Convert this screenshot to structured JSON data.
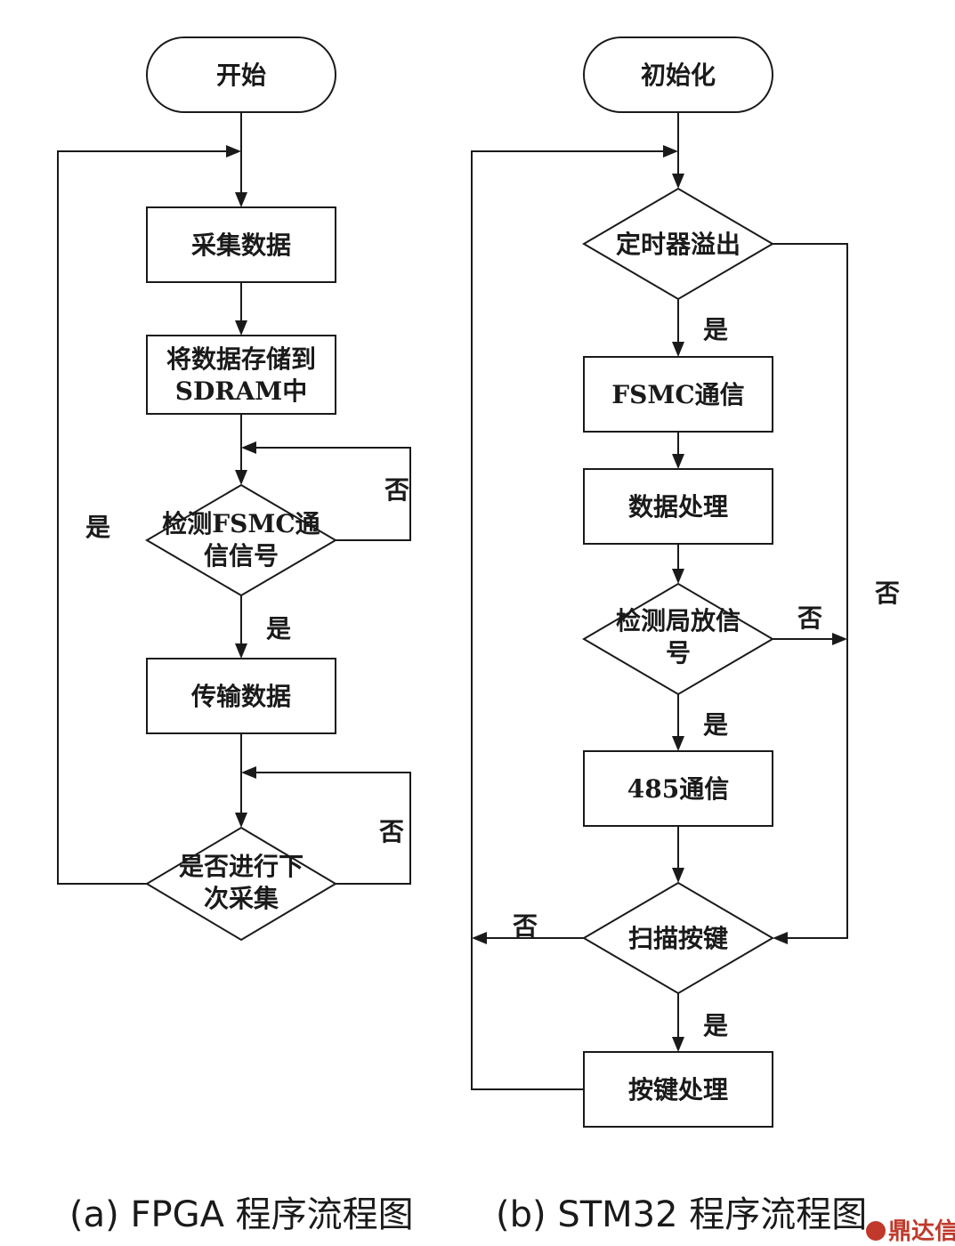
{
  "fpga": {
    "start": "开始",
    "collect": "采集数据",
    "store_line1": "将数据存储到",
    "store_line2": "SDRAM中",
    "detect_line1": "检测FSMC通",
    "detect_line2": "信信号",
    "transfer": "传输数据",
    "next_line1": "是否进行下",
    "next_line2": "次采集",
    "label_no_detect": "否",
    "label_yes_detect": "是",
    "label_no_next": "否",
    "label_yes_loop": "是"
  },
  "stm32": {
    "init": "初始化",
    "timer": "定时器溢出",
    "fsmc": "FSMC通信",
    "process": "数据处理",
    "detect_line1": "检测局放信",
    "detect_line2": "号",
    "comm485": "485通信",
    "scan": "扫描按键",
    "key_process": "按键处理",
    "label_yes_timer": "是",
    "label_no_timer": "否",
    "label_no_detect": "否",
    "label_yes_detect": "是",
    "label_no_scan": "否",
    "label_yes_scan": "是"
  },
  "captions": {
    "a": "(a) FPGA 程序流程图",
    "b": "(b) STM32 程序流程图"
  },
  "watermark": "鼎达信"
}
